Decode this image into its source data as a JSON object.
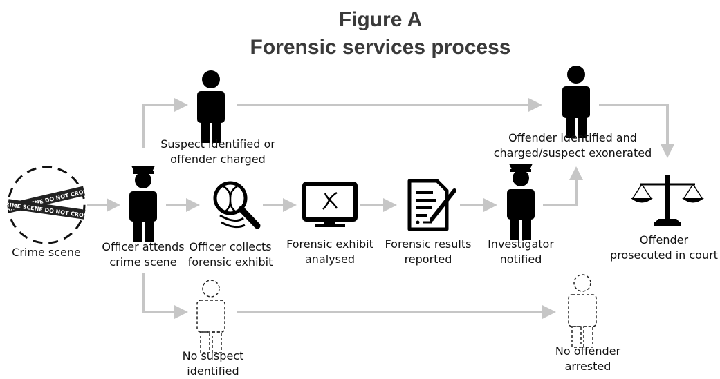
{
  "figure": {
    "label": "Figure A",
    "title": "Forensic services process"
  },
  "crime_tape": {
    "line1": "CRIME SCENE DO NOT CROSS",
    "line2": "CRIME SCENE DO NOT CROSS"
  },
  "nodes": {
    "crime_scene": {
      "line1": "Crime scene"
    },
    "officer_attends": {
      "line1": "Officer attends",
      "line2": "crime scene"
    },
    "officer_collects": {
      "line1": "Officer collects",
      "line2": "forensic exhibit"
    },
    "exhibit_analysed": {
      "line1": "Forensic exhibit",
      "line2": "analysed"
    },
    "results_reported": {
      "line1": "Forensic results",
      "line2": "reported"
    },
    "investigator_notified": {
      "line1": "Investigator",
      "line2": "notified"
    },
    "suspect_identified": {
      "line1": "Suspect identified or",
      "line2": "offender charged"
    },
    "offender_identified": {
      "line1": "Offender identified and",
      "line2": "charged/suspect exonerated"
    },
    "offender_prosecuted": {
      "line1": "Offender",
      "line2": "prosecuted in court"
    },
    "no_suspect": {
      "line1": "No suspect",
      "line2": "identified"
    },
    "no_offender": {
      "line1": "No offender",
      "line2": "arrested"
    }
  },
  "icons": [
    "crime-scene-tape-icon",
    "police-officer-icon",
    "person-icon",
    "magnifier-dna-icon",
    "monitor-dna-icon",
    "report-document-icon",
    "investigator-icon",
    "scales-of-justice-icon",
    "dashed-person-icon"
  ],
  "colors": {
    "arrow": "#c6c6c6",
    "icon": "#000000",
    "title": "#3a3a3a"
  }
}
